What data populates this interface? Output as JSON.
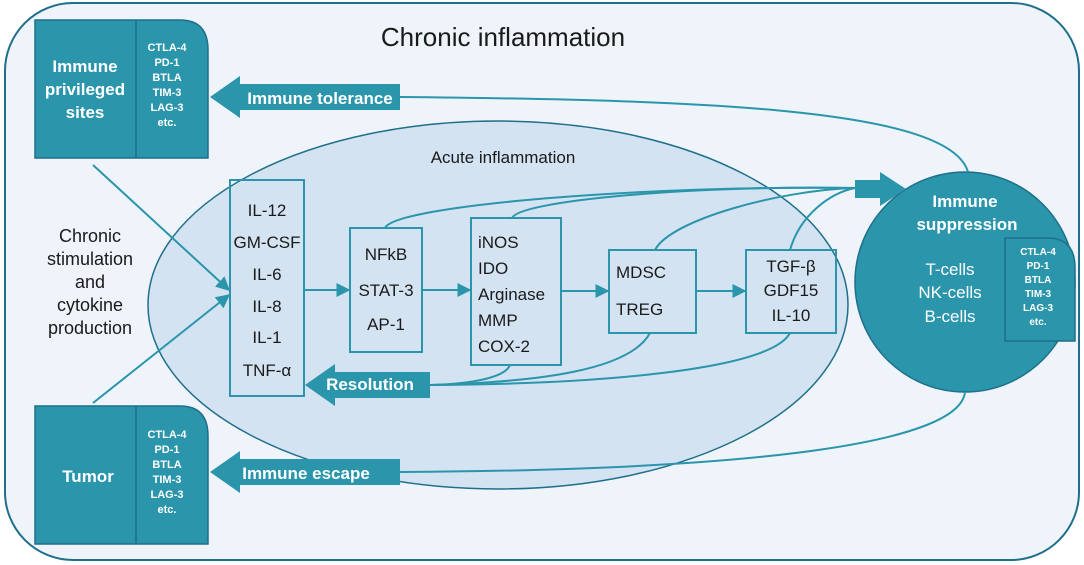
{
  "title": "Chronic inflammation",
  "acute_label": "Acute inflammation",
  "chronic_stimulation": [
    "Chronic",
    "stimulation",
    "and",
    "cytokine",
    "production"
  ],
  "immune_privileged": {
    "name": [
      "Immune",
      "privileged",
      "sites"
    ],
    "markers": [
      "CTLA-4",
      "PD-1",
      "BTLA",
      "TIM-3",
      "LAG-3",
      "etc."
    ]
  },
  "tumor": {
    "name": "Tumor",
    "markers": [
      "CTLA-4",
      "PD-1",
      "BTLA",
      "TIM-3",
      "LAG-3",
      "etc."
    ]
  },
  "immune_suppression": {
    "title": [
      "Immune",
      "suppression"
    ],
    "cells": [
      "T-cells",
      "NK-cells",
      "B-cells"
    ],
    "markers": [
      "CTLA-4",
      "PD-1",
      "BTLA",
      "TIM-3",
      "LAG-3",
      "etc."
    ]
  },
  "boxes": {
    "cytokines": [
      "IL-12",
      "GM-CSF",
      "IL-6",
      "IL-8",
      "IL-1",
      "TNF-α"
    ],
    "transcription": [
      "NFkB",
      "STAT-3",
      "AP-1"
    ],
    "enzymes": [
      "iNOS",
      "IDO",
      "Arginase",
      "MMP",
      "COX-2"
    ],
    "cells": [
      "MDSC",
      "TREG"
    ],
    "factors": [
      "TGF-β",
      "GDF15",
      "IL-10"
    ]
  },
  "arrows": {
    "tolerance": "Immune tolerance",
    "resolution": "Resolution",
    "escape": "Immune escape"
  },
  "colors": {
    "teal": "#2a95ab",
    "teal_dark": "#1f7d90",
    "outer_bg": "#eef4fa",
    "acute_bg": "#d4e3f2",
    "outline": "#1f6f8b",
    "text": "#1a1a1a"
  }
}
